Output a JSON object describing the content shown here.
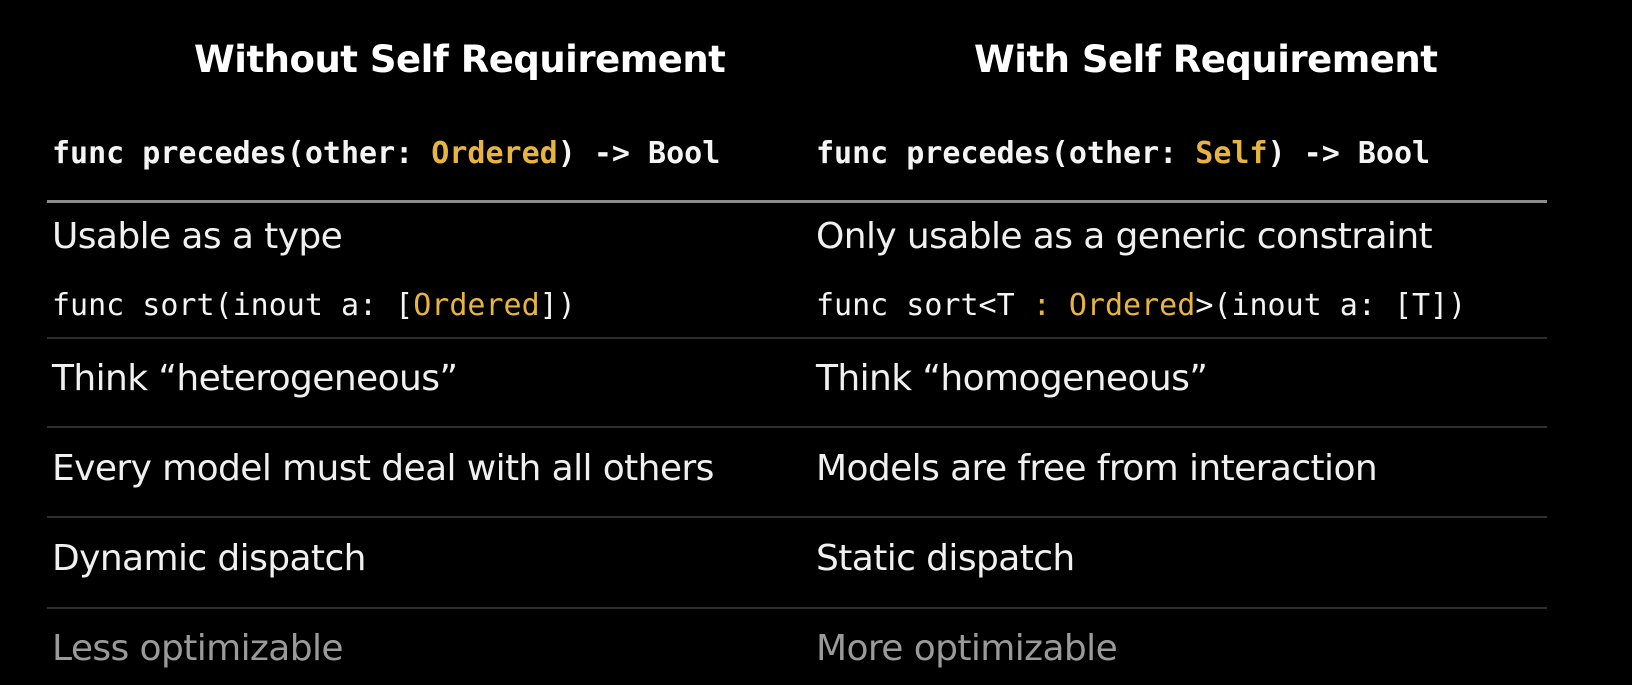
{
  "headers": {
    "left": "Without Self Requirement",
    "right": "With Self Requirement"
  },
  "signature": {
    "left": {
      "before": "func precedes(other: ",
      "highlight": "Ordered",
      "after": ") -> Bool"
    },
    "right": {
      "before": "func precedes(other: ",
      "highlight": "Self",
      "after": ") -> Bool"
    }
  },
  "rows": [
    {
      "left": "Usable as a type",
      "right": "Only usable as a generic constraint"
    },
    {
      "left": "Think “heterogeneous”",
      "right": "Think “homogeneous”"
    },
    {
      "left": "Every model must deal with all others",
      "right": "Models are free from interaction"
    },
    {
      "left": "Dynamic dispatch",
      "right": "Static dispatch"
    },
    {
      "left": "Less optimizable",
      "right": "More optimizable"
    }
  ],
  "sort_code": {
    "left": {
      "before": "func sort(inout a: [",
      "highlight": "Ordered",
      "after": "])"
    },
    "right": {
      "before": "func sort<T ",
      "highlight": ": Ordered",
      "after": ">(inout a: [T])"
    }
  },
  "colors": {
    "background": "#000000",
    "text": "#f0f0f0",
    "highlight": "#e8b440",
    "dim_text": "#9a9a9a"
  }
}
